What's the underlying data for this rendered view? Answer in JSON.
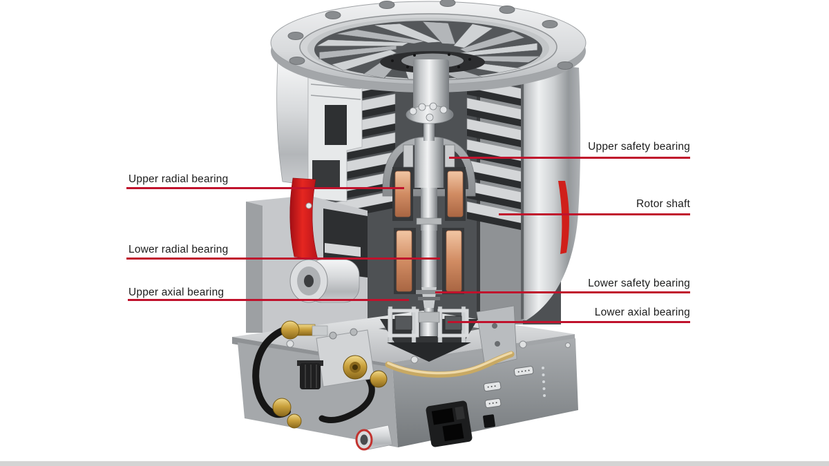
{
  "figure": {
    "name": "turbopump-cutaway-illustration"
  },
  "colors": {
    "background": "#ffffff",
    "leader_line": "#c0122c",
    "label_text": "#1c1c1c",
    "accent_red_panel": "#e2231e",
    "copper_winding": "#d18c63",
    "brass_fitting": "#c9a03c",
    "metal_light": "#d7d9db",
    "metal_dark": "#4e5154"
  },
  "labels": {
    "upper_radial": {
      "text": "Upper radial bearing"
    },
    "lower_radial": {
      "text": "Lower radial bearing"
    },
    "upper_axial": {
      "text": "Upper axial bearing"
    },
    "upper_safety": {
      "text": "Upper safety bearing"
    },
    "rotor_shaft": {
      "text": "Rotor shaft"
    },
    "lower_safety": {
      "text": "Lower safety bearing"
    },
    "lower_axial": {
      "text": "Lower axial bearing"
    }
  }
}
